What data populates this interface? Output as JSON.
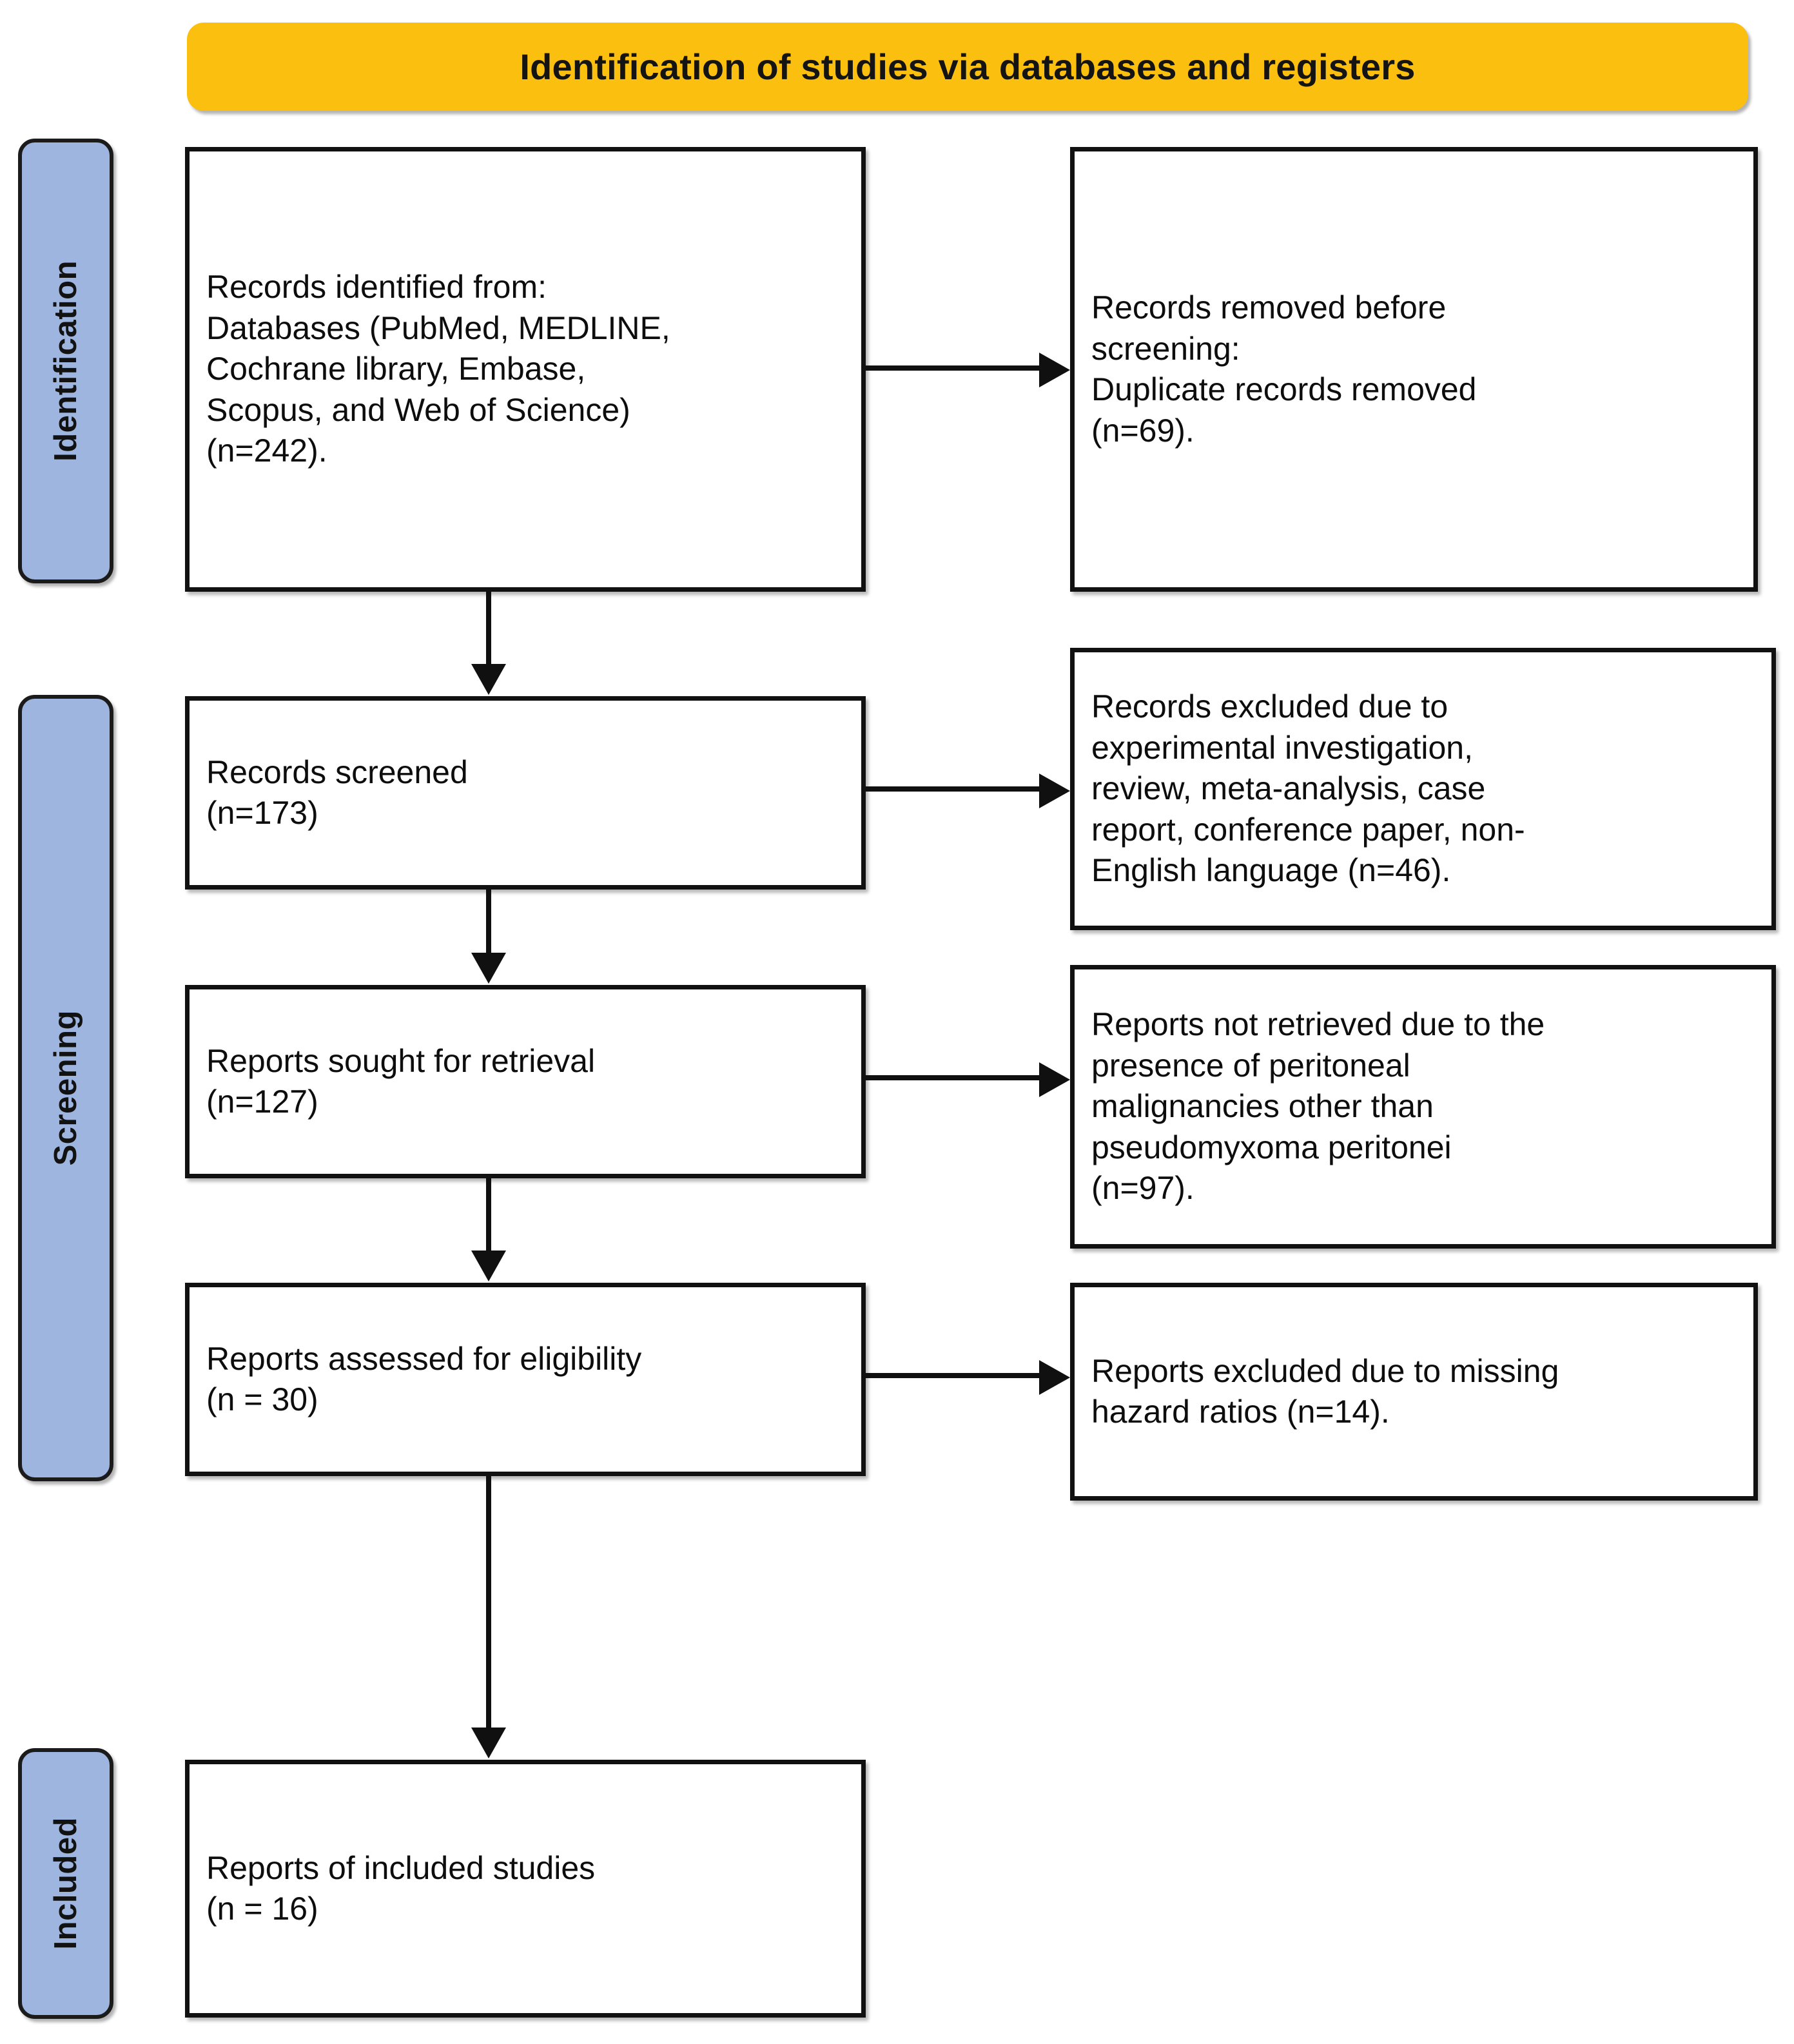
{
  "header": {
    "title": "Identification of studies via databases and registers",
    "background_color": "#FBBF10"
  },
  "stages": {
    "identification": "Identification",
    "screening": "Screening",
    "included": "Included",
    "background_color": "#9DB5DF"
  },
  "boxes": {
    "identified": "Records identified from:\nDatabases (PubMed, MEDLINE,\nCochrane library, Embase,\nScopus, and Web of Science)\n(n=242).",
    "removed": "Records removed before\nscreening:\nDuplicate records removed\n(n=69).",
    "screened": "Records screened\n(n=173)",
    "excluded_screening": "Records excluded due to\nexperimental investigation,\nreview, meta-analysis, case\nreport, conference paper, non-\nEnglish language (n=46).",
    "sought": "Reports sought for retrieval\n(n=127)",
    "not_retrieved": "Reports not retrieved due to the\npresence of peritoneal\nmalignancies other than\npseudomyxoma peritonei\n(n=97).",
    "assessed": "Reports assessed for eligibility\n(n = 30)",
    "excluded_hazard": "Reports excluded due to missing\nhazard ratios (n=14).",
    "included": "Reports of included studies\n(n = 16)"
  },
  "counts": {
    "identified": 242,
    "duplicates_removed": 69,
    "screened": 173,
    "excluded_screening": 46,
    "sought_for_retrieval": 127,
    "not_retrieved": 97,
    "assessed_for_eligibility": 30,
    "excluded_missing_hazard_ratios": 14,
    "included_studies": 16
  }
}
